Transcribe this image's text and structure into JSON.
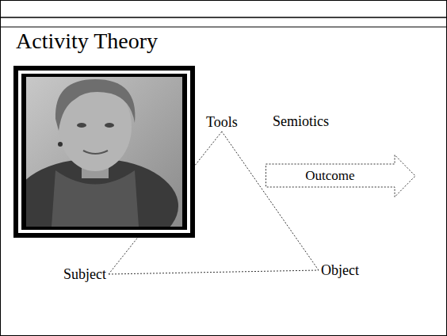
{
  "diagram": {
    "title": "Activity Theory",
    "nodes": [
      {
        "text": [
          "Tools"
        ]
      },
      {
        "text": [
          "Outcome"
        ]
      },
      {
        "text": [
          "Subject"
        ]
      },
      {
        "text": [
          "Object"
        ]
      }
    ],
    "edges": [
      {
        "from": 0,
        "to": 2,
        "arrow": "none"
      },
      {
        "from": 2,
        "to": 3,
        "arrow": "none"
      },
      {
        "from": 3,
        "to": 0,
        "arrow": "none"
      }
    ],
    "labels": [
      "Semiotics"
    ]
  }
}
